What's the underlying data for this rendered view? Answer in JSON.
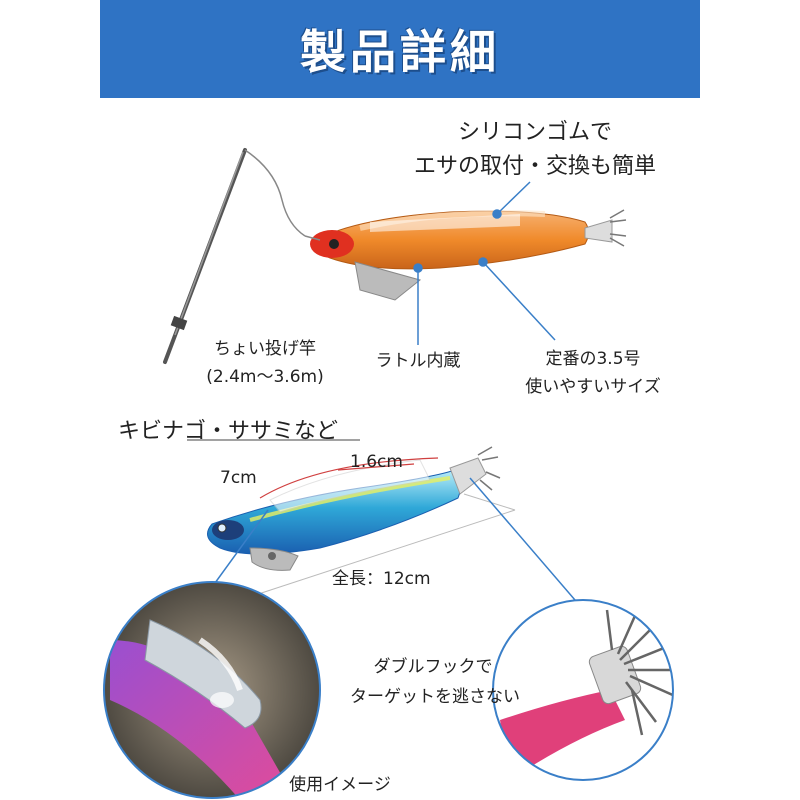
{
  "header": {
    "title": "製品詳細"
  },
  "labels": {
    "silicone_line1": "シリコンゴムで",
    "silicone_line2": "エサの取付・交換も簡単",
    "rod_line1": "ちょい投げ竿",
    "rod_line2": "(2.4m〜3.6m)",
    "rattle": "ラトル内蔵",
    "size_line1": "定番の3.5号",
    "size_line2": "使いやすいサイズ",
    "bait": "キビナゴ・ササミなど",
    "dim_7cm": "7cm",
    "dim_1_6cm": "1.6cm",
    "total_length": "全長：12cm",
    "hook_line1": "ダブルフックで",
    "hook_line2": "ターゲットを逃さない",
    "usage": "使用イメージ"
  },
  "colors": {
    "header_bg": "#2f73c4",
    "callout_line": "#3a7fc8",
    "orange_lure": "#f08a2a",
    "blue_lure": "#2fa8d8",
    "dim_line": "#d04040"
  }
}
